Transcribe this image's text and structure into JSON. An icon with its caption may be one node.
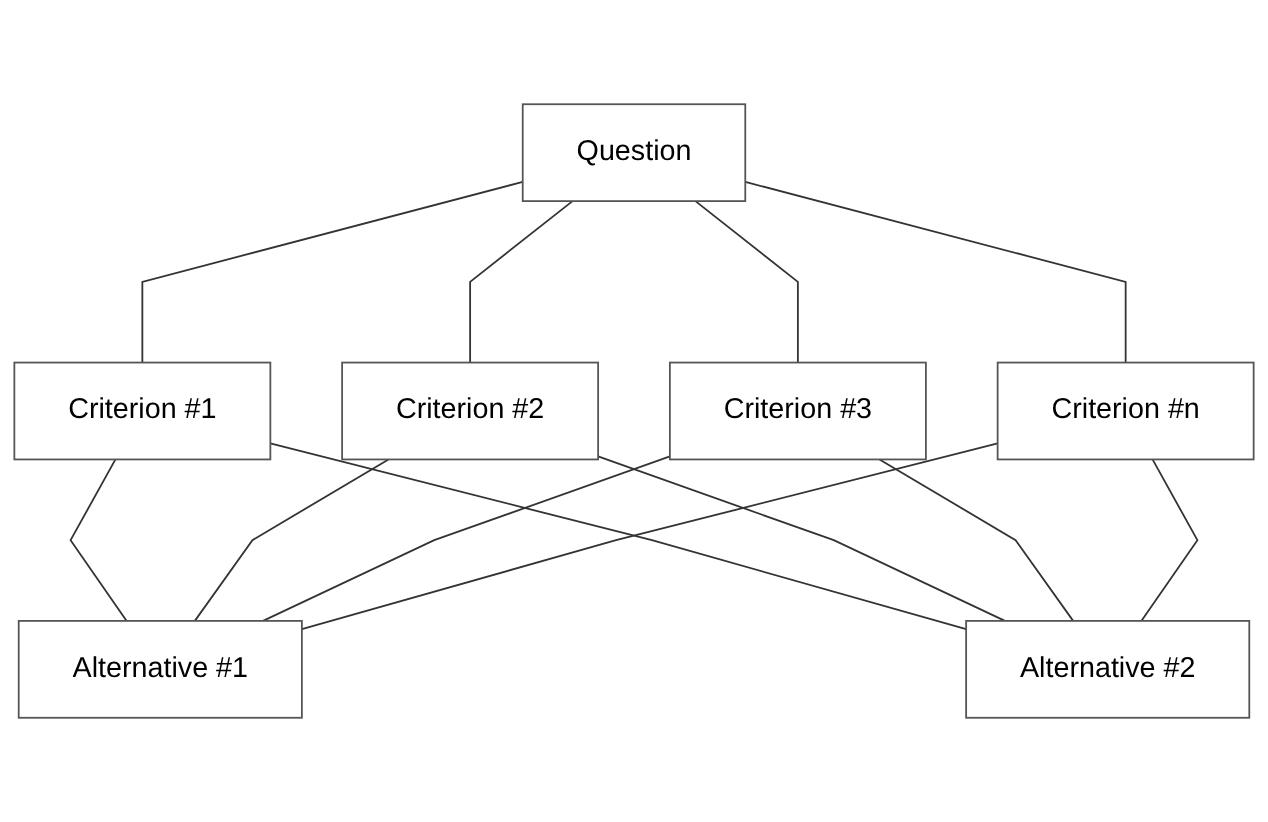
{
  "diagram": {
    "nodes": [
      {
        "text": [
          "Question"
        ]
      },
      {
        "text": [
          "Criterion #1"
        ]
      },
      {
        "text": [
          "Criterion #2"
        ]
      },
      {
        "text": [
          "Criterion #3"
        ]
      },
      {
        "text": [
          "Criterion #n"
        ]
      },
      {
        "text": [
          "Alternative #1"
        ]
      },
      {
        "text": [
          "Alternative #2"
        ]
      }
    ],
    "edges": [
      {
        "from": 0,
        "to": 1,
        "arrow": "none"
      },
      {
        "from": 0,
        "to": 2,
        "arrow": "none"
      },
      {
        "from": 0,
        "to": 3,
        "arrow": "none"
      },
      {
        "from": 0,
        "to": 4,
        "arrow": "none"
      },
      {
        "from": 1,
        "to": 5,
        "arrow": "none"
      },
      {
        "from": 2,
        "to": 5,
        "arrow": "none"
      },
      {
        "from": 3,
        "to": 5,
        "arrow": "none"
      },
      {
        "from": 4,
        "to": 5,
        "arrow": "none"
      },
      {
        "from": 1,
        "to": 6,
        "arrow": "none"
      },
      {
        "from": 2,
        "to": 6,
        "arrow": "none"
      },
      {
        "from": 3,
        "to": 6,
        "arrow": "none"
      },
      {
        "from": 4,
        "to": 6,
        "arrow": "none"
      }
    ]
  }
}
